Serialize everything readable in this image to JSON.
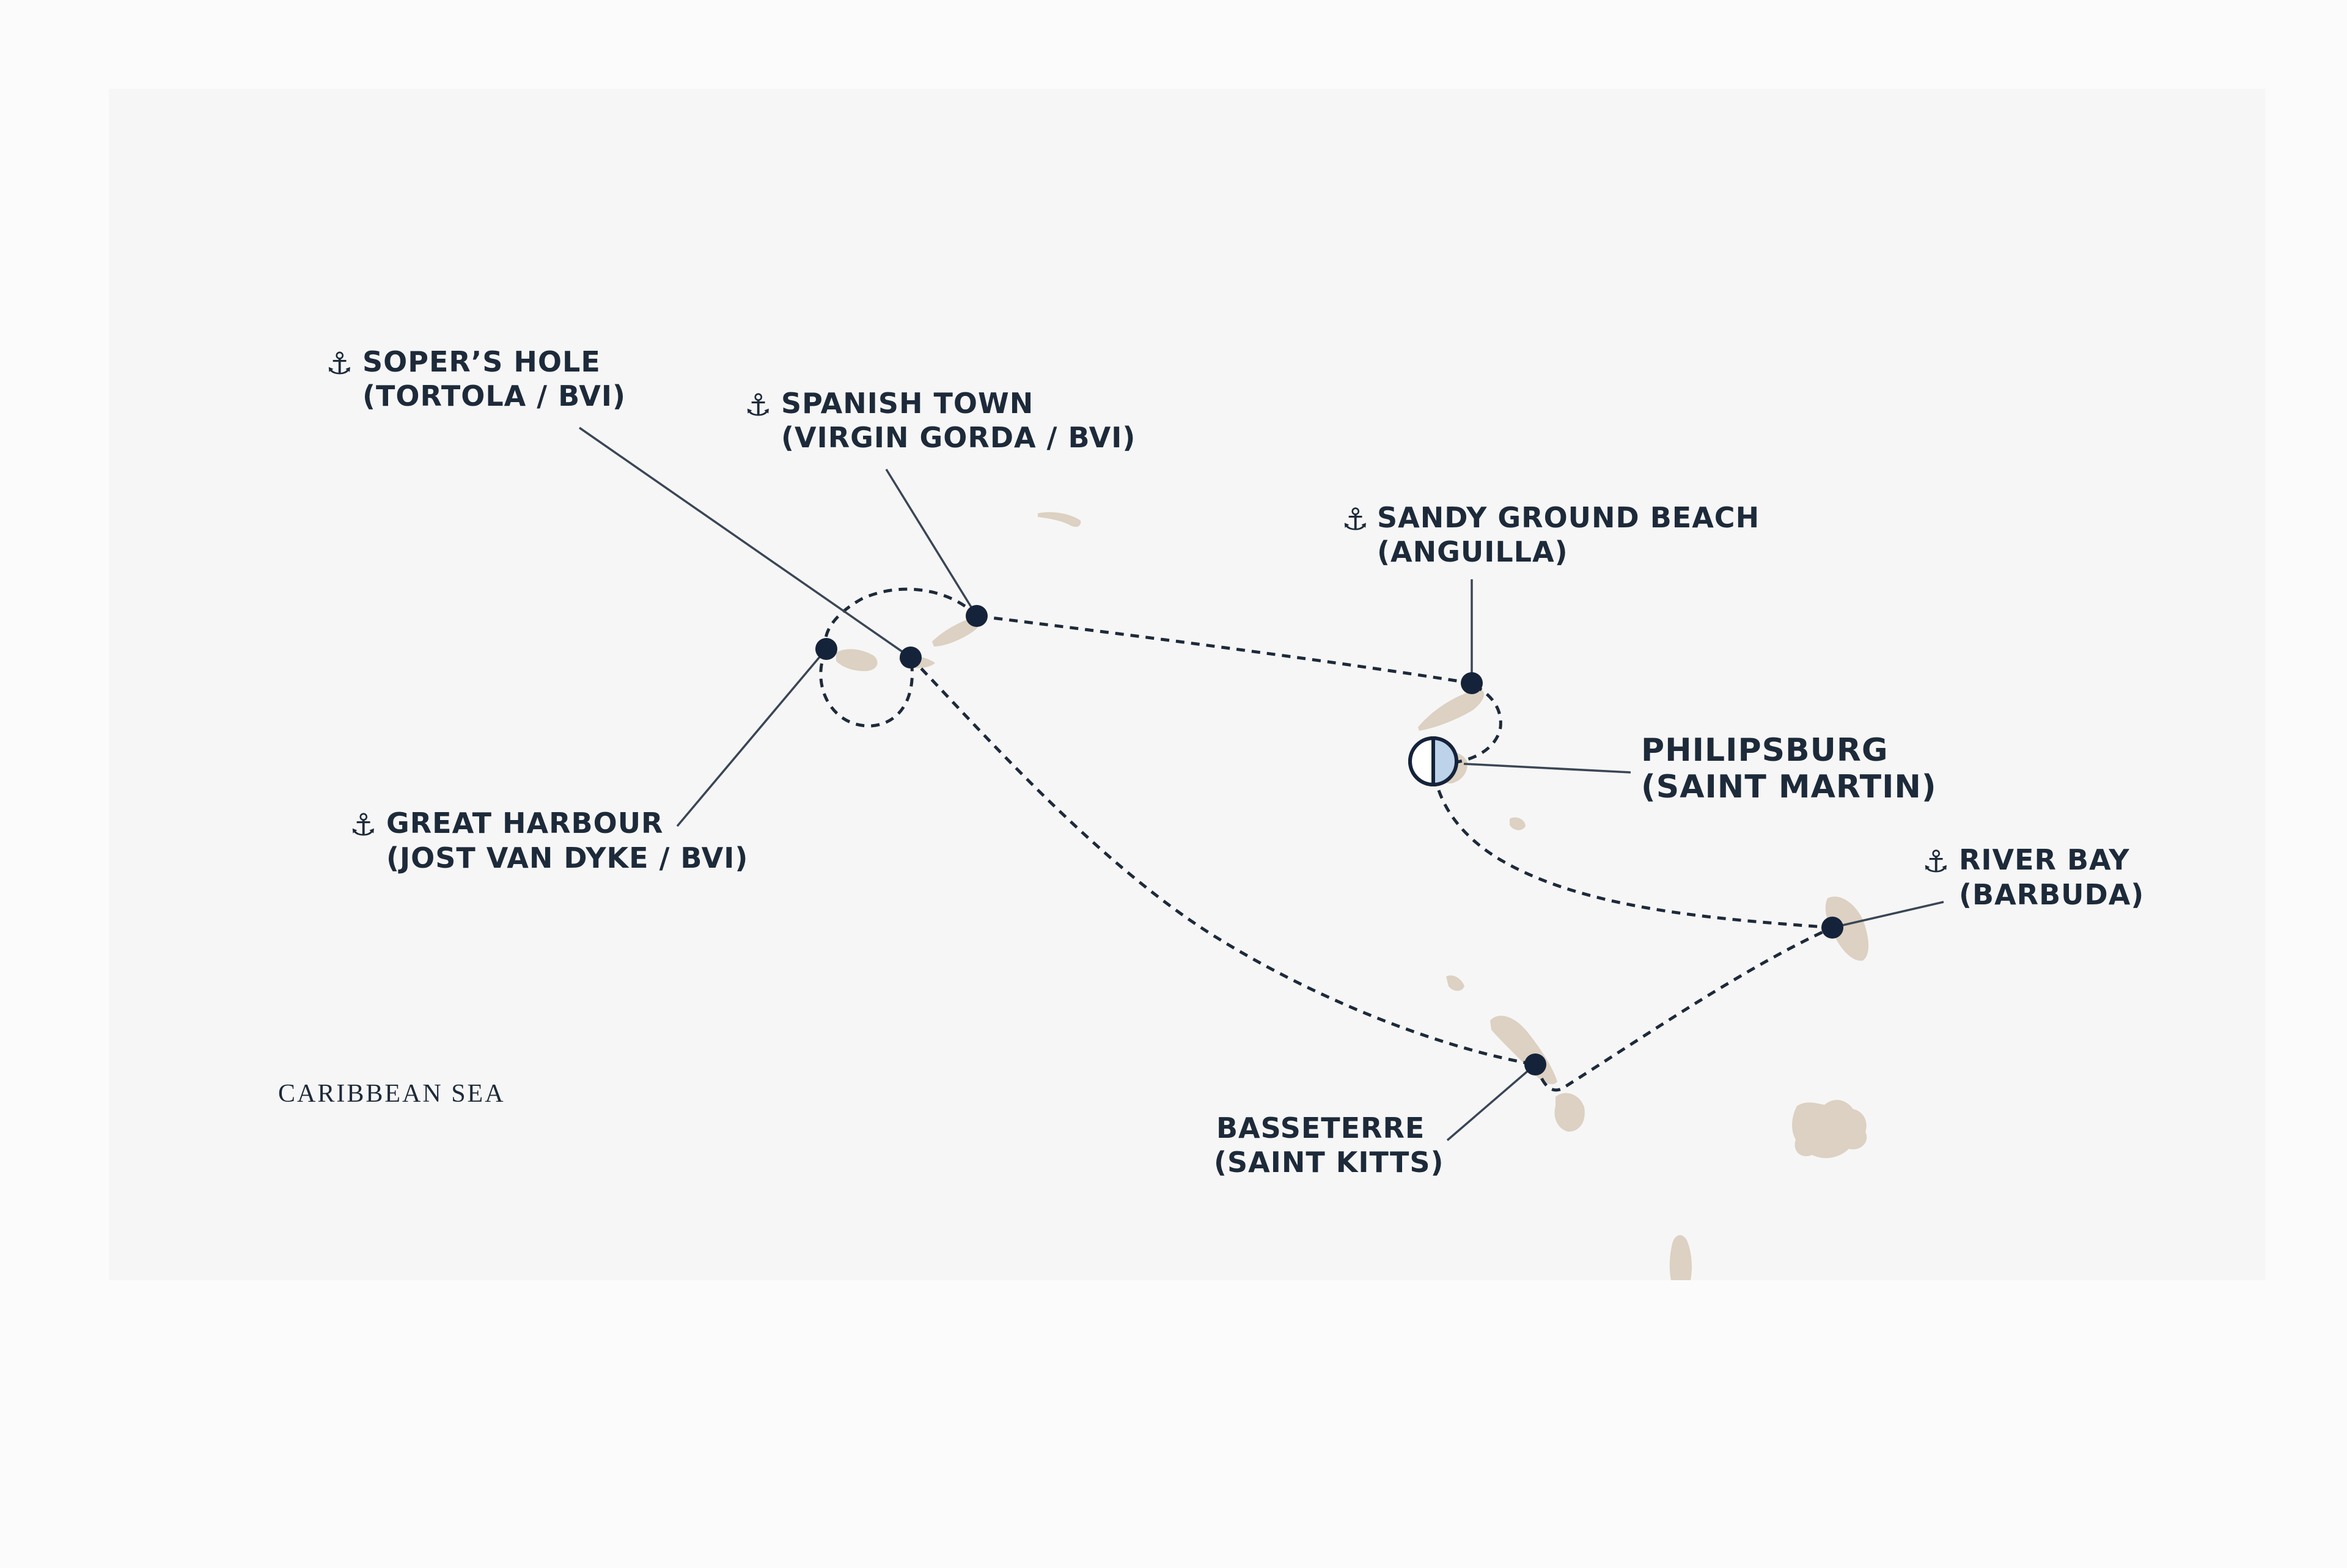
{
  "map": {
    "sea_label": "CARIBBEAN SEA",
    "colors": {
      "background": "#fcfbfb",
      "sea": "#f6f6f6",
      "land": "#dcd1c2",
      "route": "#1d2a3a",
      "marker": "#15233a",
      "home_port_fill": "#bcd3ea"
    },
    "ports": [
      {
        "id": "sopers-hole",
        "line1": "SOPER’S HOLE",
        "line2": "(TORTOLA / BVI)",
        "icon": "anchor-icon"
      },
      {
        "id": "spanish-town",
        "line1": "SPANISH TOWN",
        "line2": "(VIRGIN GORDA / BVI)",
        "icon": "anchor-icon"
      },
      {
        "id": "sandy-ground",
        "line1": "SANDY GROUND BEACH",
        "line2": "(ANGUILLA)",
        "icon": "anchor-icon"
      },
      {
        "id": "philipsburg",
        "line1": "PHILIPSBURG",
        "line2": "(SAINT MARTIN)",
        "icon": "home-port-icon"
      },
      {
        "id": "great-harbour",
        "line1": "GREAT HARBOUR",
        "line2": "(JOST VAN DYKE / BVI)",
        "icon": "anchor-icon"
      },
      {
        "id": "river-bay",
        "line1": "RIVER BAY",
        "line2": "(BARBUDA)",
        "icon": "anchor-icon"
      },
      {
        "id": "basseterre",
        "line1": "BASSETERRE",
        "line2": "(SAINT KITTS)",
        "icon": "none"
      }
    ]
  }
}
